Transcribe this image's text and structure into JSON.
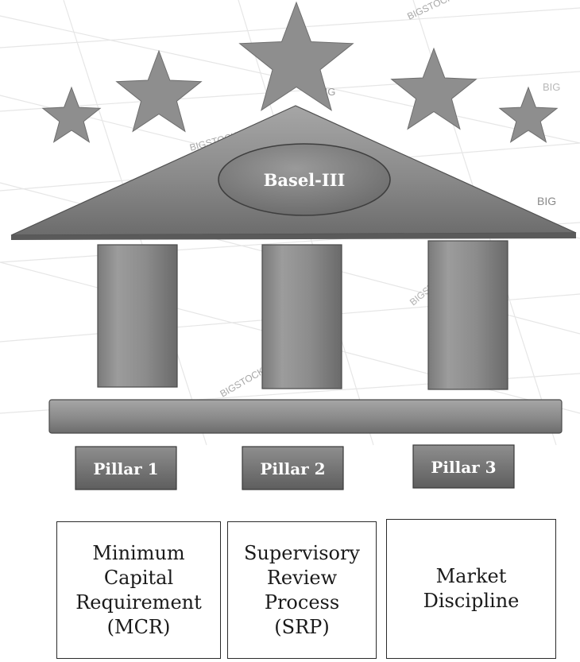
{
  "diagram": {
    "roof_label": "Basel-III",
    "pillars": [
      {
        "label": "Pillar 1",
        "description_lines": [
          "Minimum",
          "Capital",
          "Requirement",
          "(MCR)"
        ]
      },
      {
        "label": "Pillar 2",
        "description_lines": [
          "Supervisory",
          "Review",
          "Process",
          "(SRP)"
        ]
      },
      {
        "label": "Pillar 3",
        "description_lines": [
          "Market",
          "Discipline"
        ]
      }
    ],
    "watermark_text": [
      "BIG",
      "BIG",
      "BIG",
      "BIGSTOCK",
      "BIGSTOCK",
      "BIGSTOCK",
      "BIGSTOCK"
    ],
    "colors": {
      "shape_fill": "#8a8a8a",
      "shape_dark": "#555555",
      "label_text": "#ffffff",
      "star_fill": "#8e8e8e",
      "background_pattern": "#ececec"
    }
  }
}
